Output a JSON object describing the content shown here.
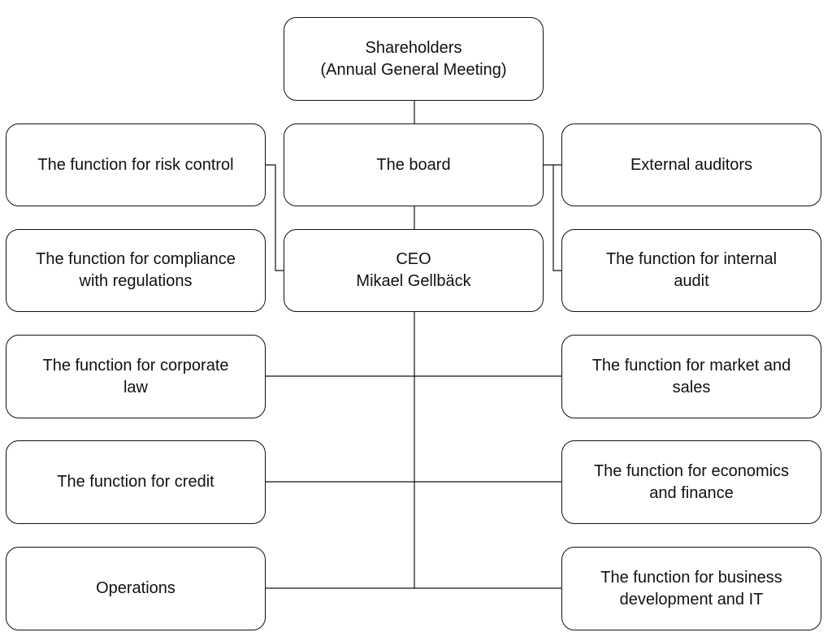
{
  "org_chart": {
    "shareholders": "Shareholders\n(Annual General Meeting)",
    "board": "The board",
    "ceo": "CEO\nMikael Gellbäck",
    "left_functions": [
      "The function for risk control",
      "The function for compliance\nwith regulations",
      "The function for corporate\nlaw",
      "The function for credit",
      "Operations"
    ],
    "right_functions": [
      "External auditors",
      "The function for internal\naudit",
      "The function for market and\nsales",
      "The function for economics\nand finance",
      "The function for business\ndevelopment and IT"
    ]
  }
}
